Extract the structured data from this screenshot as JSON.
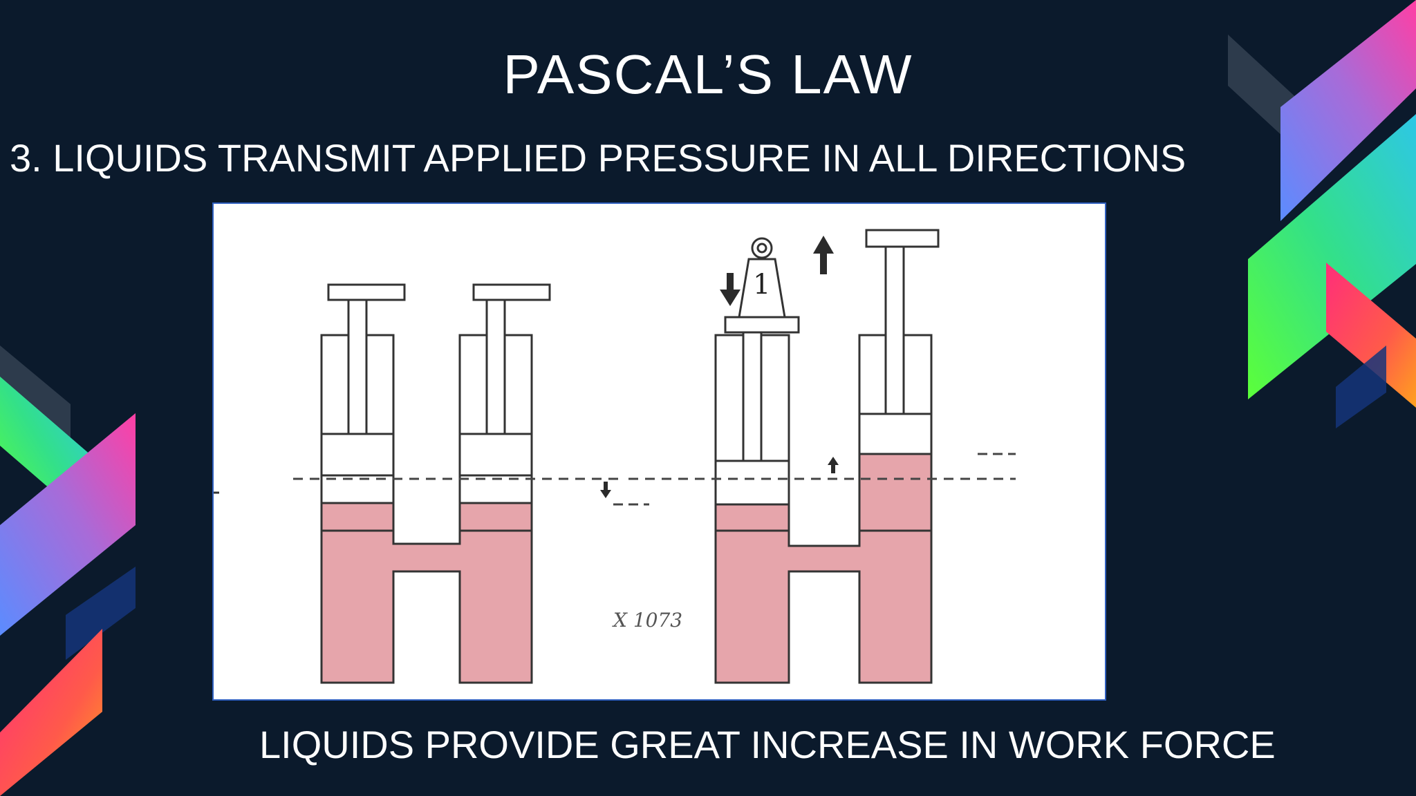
{
  "slide": {
    "title": "PASCAL’S LAW",
    "subtitle": "3. LIQUIDS TRANSMIT APPLIED PRESSURE IN ALL DIRECTIONS",
    "caption": "LIQUIDS PROVIDE GREAT INCREASE IN WORK FORCE"
  },
  "diagram": {
    "figure_number": "X 1073",
    "weight_label": "1"
  },
  "colors": {
    "background": "#0b1a2c",
    "liquid": "#e6a5ab",
    "figure_border": "#2f5fbf",
    "text": "#ffffff"
  }
}
